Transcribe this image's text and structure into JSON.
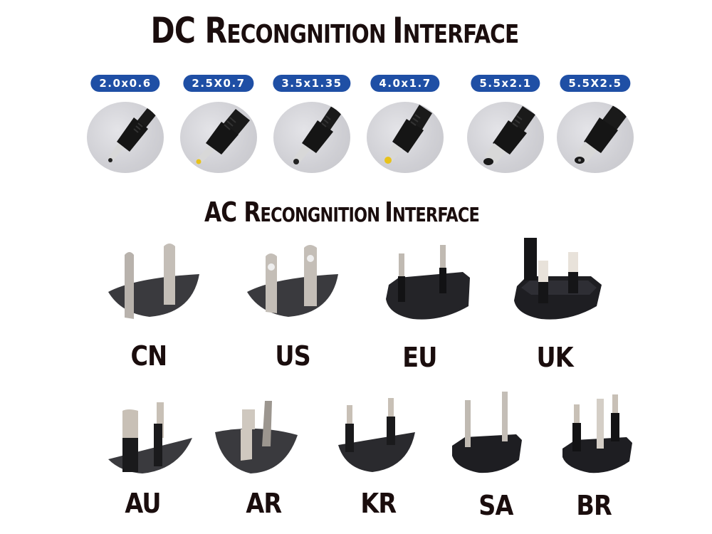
{
  "dc_section": {
    "title": "DC Recongnition Interface",
    "title_parts": [
      "D",
      "C ",
      "R",
      "ECONGNITION ",
      "I",
      "NTERFACE"
    ],
    "badge_color": "#1f4fa5",
    "connectors": [
      {
        "label": "2.0x0.6",
        "tip_color": "#c8c8c8"
      },
      {
        "label": "2.5X0.7",
        "tip_color": "#e8c21a"
      },
      {
        "label": "3.5x1.35",
        "tip_color": "#c8c8c8"
      },
      {
        "label": "4.0x1.7",
        "tip_color": "#e8c21a"
      },
      {
        "label": "5.5x2.1",
        "tip_color": "#c8c8c8"
      },
      {
        "label": "5.5X2.5",
        "tip_color": "#c8c8c8"
      }
    ]
  },
  "ac_section": {
    "title": "AC Recongnition Interface",
    "title_parts": [
      "A",
      "C ",
      "R",
      "ECONGNITION ",
      "I",
      "NTERFACE"
    ],
    "plugs_row1": [
      {
        "label": "CN"
      },
      {
        "label": "US"
      },
      {
        "label": "EU"
      },
      {
        "label": "UK"
      }
    ],
    "plugs_row2": [
      {
        "label": "AU"
      },
      {
        "label": "AR"
      },
      {
        "label": "KR"
      },
      {
        "label": "SA"
      },
      {
        "label": "BR"
      }
    ]
  }
}
